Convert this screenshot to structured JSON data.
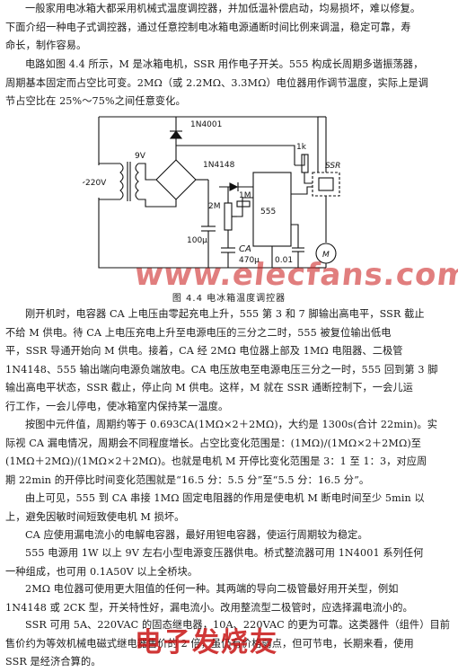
{
  "paragraphs": [
    {
      "id": "p1",
      "lines": [
        "一般家用电冰箱大都采用机械式温度调控器，并加低温补偿启动，均易损坏，难以修复。",
        "下面介绍一种电子式调控器，通过任意控制电冰箱电源通断时间比例来调温，稳定可靠，寿",
        "命长，制作容易。"
      ]
    },
    {
      "id": "p2",
      "lines": [
        "电路如图 4.4 所示，M 是冰箱电机，SSR 用作电子开关。555 构成长周期多谐振荡器，",
        "周期基本固定而占空比可变。2MΩ（或 2.2MΩ、3.3MΩ）电位器用作调节温度，实际上是调",
        "节占空比在 25%～75%之间任意变化。"
      ]
    },
    {
      "id": "p3",
      "lines": [
        "刚开机时，电容器 CA 上电压由零起充电上升，555 第 3 和 7 脚输出高电平，SSR 截止",
        "不给 M 供电。待 CA 上电压充电上升至电源电压的三分之二时，555 被复位输出低电",
        "平，SSR 导通开始向 M 供电。接着，CA 经 2MΩ 电位器上部及 1MΩ 电阻器、二极管",
        "1N4148、555 输出端向电源负端放电。CA 电压放电至电源电压三分之一时，555 回到第 3 脚",
        "输出高电平状态，SSR 截止，停止向 M 供电。这样，M 就在 SSR 通断控制下，一会儿运",
        "行工作，一会儿停电，使冰箱室内保持某一温度。"
      ]
    },
    {
      "id": "p4",
      "lines": [
        "按图中元件值，周期约等于 0.693CA(1MΩ×2＋2MΩ)，大约是 1300s(合计 22min)。实",
        "际视 CA 漏电情况，周期会不同程度增长。占空比变化范围是：(1MΩ)/(1MΩ×2＋2MΩ)至",
        "(1MΩ＋2MΩ)/(1MΩ×2＋2MΩ)。也就是电机 M 开停比变化范围是 3：1 至 1：3，对应周",
        "期 22min 的开停比时间变化范围就是“16.5 分：5.5 分”至“5.5 分：16.5 分”。"
      ]
    },
    {
      "id": "p5",
      "lines": [
        "由上可见，555 到 CA 串接 1MΩ 固定电阻器的作用是使电机 M 断电时间至少 5min 以",
        "上，避免因敏时间短致使电机 M 损坏。"
      ]
    },
    {
      "id": "p6",
      "lines": [
        "CA 应使用漏电流小的电解电容器，最好用钽电容器，使运行周期较为稳定。"
      ]
    },
    {
      "id": "p7",
      "lines": [
        "555 电源用 1W 以上 9V 左右小型电源变压器供电。桥式整流器可用 1N4001 系列任何",
        "一种组成，也可用 0.1A50V 以上全桥块。"
      ]
    },
    {
      "id": "p8",
      "lines": [
        "2MΩ 电位器可使用更大阻值的任何一种。其两端的导向二极管最好用开关型，例如",
        "1N4148 或 2CK 型，开关特性好，漏电流小。改用整流型二极管时，应选择漏电流小的。"
      ]
    },
    {
      "id": "p9",
      "lines": [
        "SSR 可用 5A、220VAC 的固态继电器，10A、220VAC 的更为可靠。这类器件（组件）目前",
        "售价约为等效机械电磁式继电器售价的 2 倍，虽仍有价格弱点，但可节电，长期来看，使用",
        "SSR 是经济合算的。"
      ]
    }
  ],
  "figure": {
    "caption": "图 4.4   电冰箱温度调控器",
    "labels": {
      "diode_top": "1N4001",
      "ac_source": "～220V",
      "transformer_secondary": "9V",
      "diode_small": "1N4148",
      "resistor_1m": "1M",
      "pot_2m": "2M",
      "ic": "555",
      "resistor_1k": "1k",
      "ssr": "SSR",
      "filter_cap": "100μ",
      "timing_cap_name": "CA",
      "timing_cap_value": "470μ",
      "small_cap": "0.01",
      "motor": "M"
    }
  },
  "watermarks": {
    "top": "www.elecfans.com",
    "bottom": "电子发烧友"
  }
}
